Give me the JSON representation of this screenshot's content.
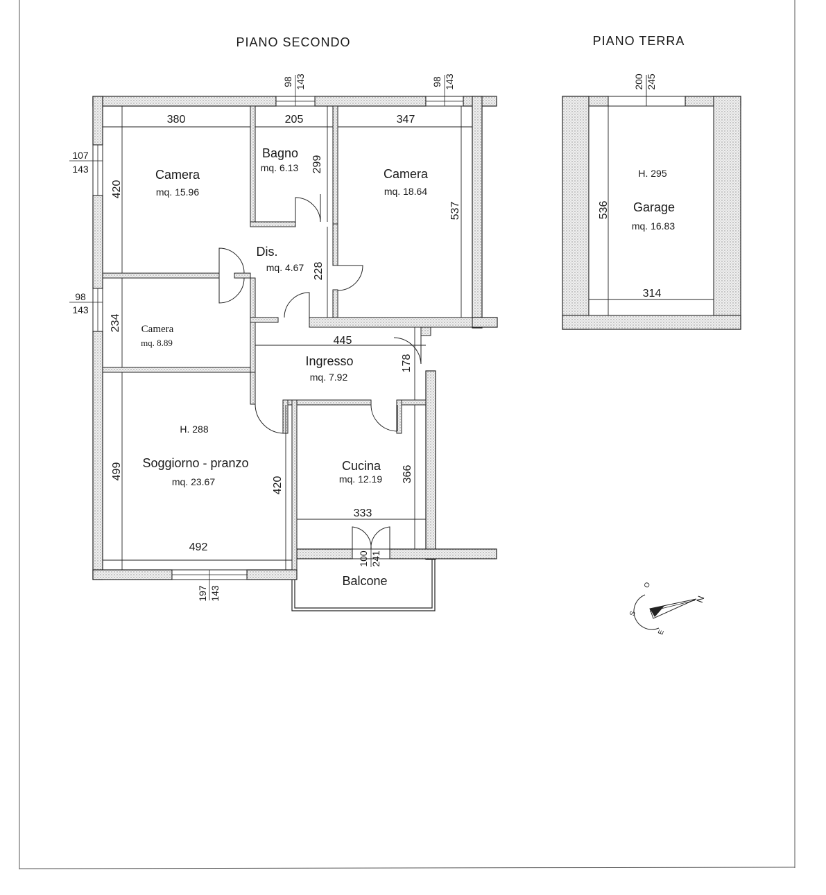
{
  "headings": {
    "second_floor": "PIANO SECONDO",
    "ground_floor": "PIANO TERRA"
  },
  "rooms": {
    "camera_nw": {
      "name": "Camera",
      "area": "mq. 15.96"
    },
    "bagno": {
      "name": "Bagno",
      "area": "mq. 6.13"
    },
    "camera_ne": {
      "name": "Camera",
      "area": "mq. 18.64"
    },
    "disimpegno": {
      "name": "Dis.",
      "area": "mq. 4.67"
    },
    "camera_small": {
      "name": "Camera",
      "area": "mq. 8.89"
    },
    "ingresso": {
      "name": "Ingresso",
      "area": "mq. 7.92"
    },
    "soggiorno": {
      "height": "H. 288",
      "name": "Soggiorno - pranzo",
      "area": "mq. 23.67"
    },
    "cucina": {
      "name": "Cucina",
      "area": "mq. 12.19"
    },
    "balcone": {
      "name": "Balcone"
    },
    "garage": {
      "height": "H. 295",
      "name": "Garage",
      "area": "mq. 16.83"
    }
  },
  "dimensions": {
    "camera_nw_width": "380",
    "camera_nw_depth": "420",
    "bagno_width": "205",
    "bagno_depth": "299",
    "camera_ne_width": "347",
    "camera_ne_depth": "537",
    "dis_depth": "228",
    "camera_small_depth": "234",
    "ingresso_width": "445",
    "ingresso_depth": "178",
    "soggiorno_depth": "499",
    "soggiorno_width": "492",
    "soggiorno_inner": "420",
    "cucina_depth": "366",
    "cucina_width": "333",
    "garage_depth": "536",
    "garage_width": "314"
  },
  "windows": {
    "bagno_top": "98",
    "bagno_bottom": "143",
    "camera_ne_top": "98",
    "camera_ne_bottom": "143",
    "camera_nw_top": "107",
    "camera_nw_bottom": "143",
    "camera_small_top": "98",
    "camera_small_bottom": "143",
    "soggiorno_top": "197",
    "soggiorno_bottom": "143",
    "balcone_top": "100",
    "balcone_bottom": "241",
    "garage_top": "200",
    "garage_bottom": "245"
  },
  "compass": {
    "north": "N",
    "south": "S",
    "east": "E",
    "west": "O"
  },
  "colors": {
    "ink": "#1a1a1a",
    "wall_fill": "#d9d9d9"
  }
}
